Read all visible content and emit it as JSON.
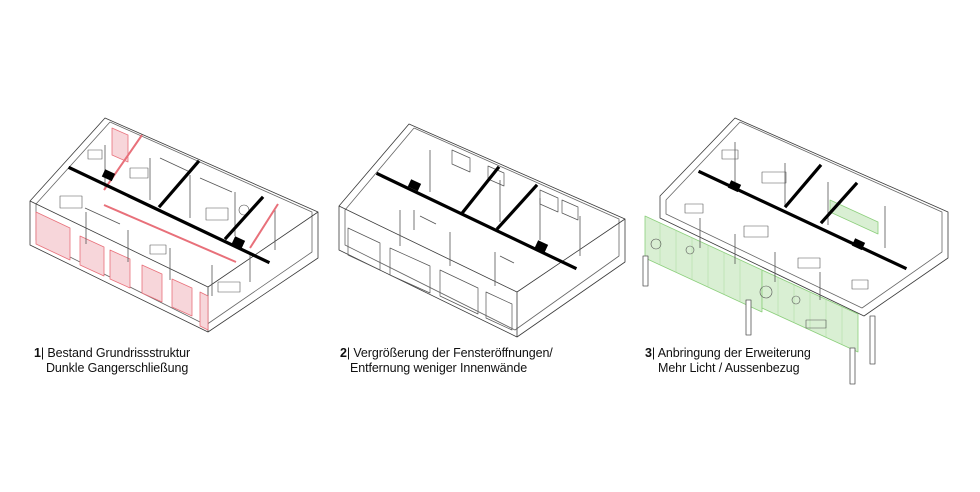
{
  "colors": {
    "line": "#3a3a3a",
    "corridor": "#000000",
    "highlight_red": "#e8707a",
    "red_fill": "#f7d6da",
    "green_fill": "#d9efd3",
    "green_line": "#8ccf7c",
    "background": "#ffffff"
  },
  "diagrams": [
    {
      "number": "1",
      "separator": "|",
      "line1": " Bestand Grundrissstruktur",
      "line2": "Dunkle Gangerschließung"
    },
    {
      "number": "2",
      "separator": "|",
      "line1": " Vergrößerung der Fensteröffnungen/",
      "line2": "Entfernung weniger Innenwände"
    },
    {
      "number": "3",
      "separator": "|",
      "line1": " Anbringung der Erweiterung",
      "line2": "Mehr Licht / Aussenbezug"
    }
  ]
}
